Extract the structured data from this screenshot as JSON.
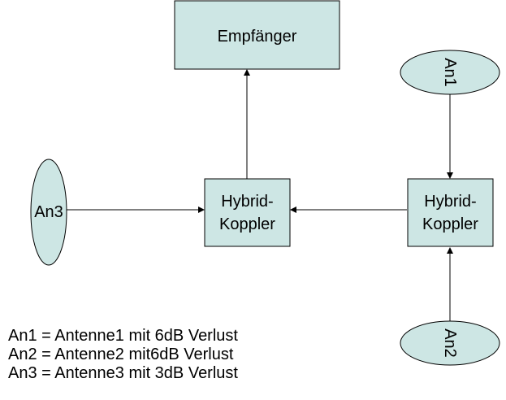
{
  "colors": {
    "node_fill": "#cde6e4",
    "stroke": "#000000"
  },
  "nodes": {
    "receiver": {
      "label": "Empfänger"
    },
    "coupler_left": {
      "line1": "Hybrid-",
      "line2": "Koppler"
    },
    "coupler_right": {
      "line1": "Hybrid-",
      "line2": "Koppler"
    },
    "an1": {
      "label": "An1"
    },
    "an2": {
      "label": "An2"
    },
    "an3": {
      "label": "An3"
    }
  },
  "legend": [
    "An1 = Antenne1 mit 6dB Verlust",
    "An2 = Antenne2 mit6dB Verlust",
    "An3 = Antenne3 mit 3dB Verlust"
  ]
}
